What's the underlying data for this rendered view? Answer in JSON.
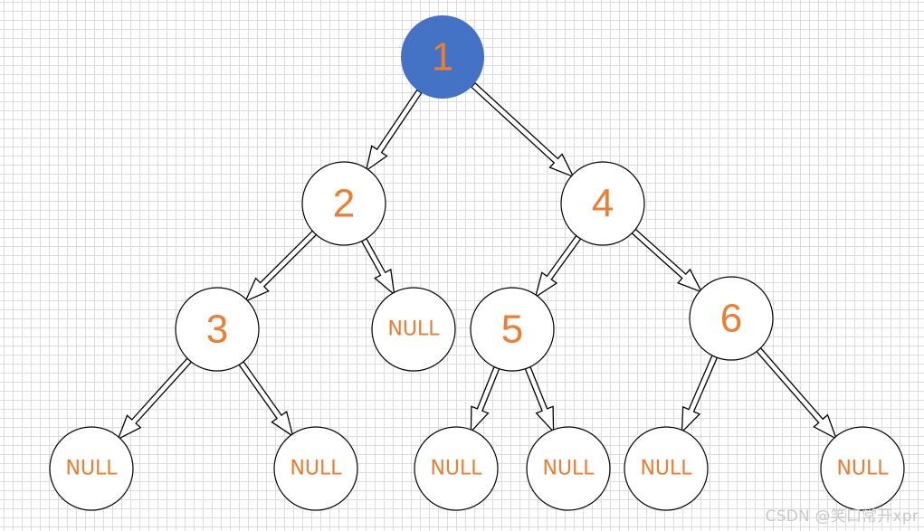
{
  "colors": {
    "node_fill": "#ffffff",
    "node_stroke": "#000000",
    "root_fill": "#4472c4",
    "label": "#ed7d31",
    "grid": "#dcdcdc"
  },
  "tree": {
    "nodes": [
      {
        "id": "n1",
        "label": "1",
        "kind": "root"
      },
      {
        "id": "n2",
        "label": "2",
        "kind": "value"
      },
      {
        "id": "n4",
        "label": "4",
        "kind": "value"
      },
      {
        "id": "n3",
        "label": "3",
        "kind": "value"
      },
      {
        "id": "nnull1",
        "label": "NULL",
        "kind": "null"
      },
      {
        "id": "n5",
        "label": "5",
        "kind": "value"
      },
      {
        "id": "n6",
        "label": "6",
        "kind": "value"
      },
      {
        "id": "nnull2",
        "label": "NULL",
        "kind": "null"
      },
      {
        "id": "nnull3",
        "label": "NULL",
        "kind": "null"
      },
      {
        "id": "nnull4",
        "label": "NULL",
        "kind": "null"
      },
      {
        "id": "nnull5",
        "label": "NULL",
        "kind": "null"
      },
      {
        "id": "nnull6",
        "label": "NULL",
        "kind": "null"
      },
      {
        "id": "nnull7",
        "label": "NULL",
        "kind": "null"
      }
    ],
    "edges": [
      {
        "from": "n1",
        "to": "n2"
      },
      {
        "from": "n1",
        "to": "n4"
      },
      {
        "from": "n2",
        "to": "n3"
      },
      {
        "from": "n2",
        "to": "nnull1"
      },
      {
        "from": "n4",
        "to": "n5"
      },
      {
        "from": "n4",
        "to": "n6"
      },
      {
        "from": "n3",
        "to": "nnull2"
      },
      {
        "from": "n3",
        "to": "nnull3"
      },
      {
        "from": "n5",
        "to": "nnull4"
      },
      {
        "from": "n5",
        "to": "nnull5"
      },
      {
        "from": "n6",
        "to": "nnull6"
      },
      {
        "from": "n6",
        "to": "nnull7"
      }
    ]
  },
  "watermark": "CSDN @笑口常开xpr"
}
